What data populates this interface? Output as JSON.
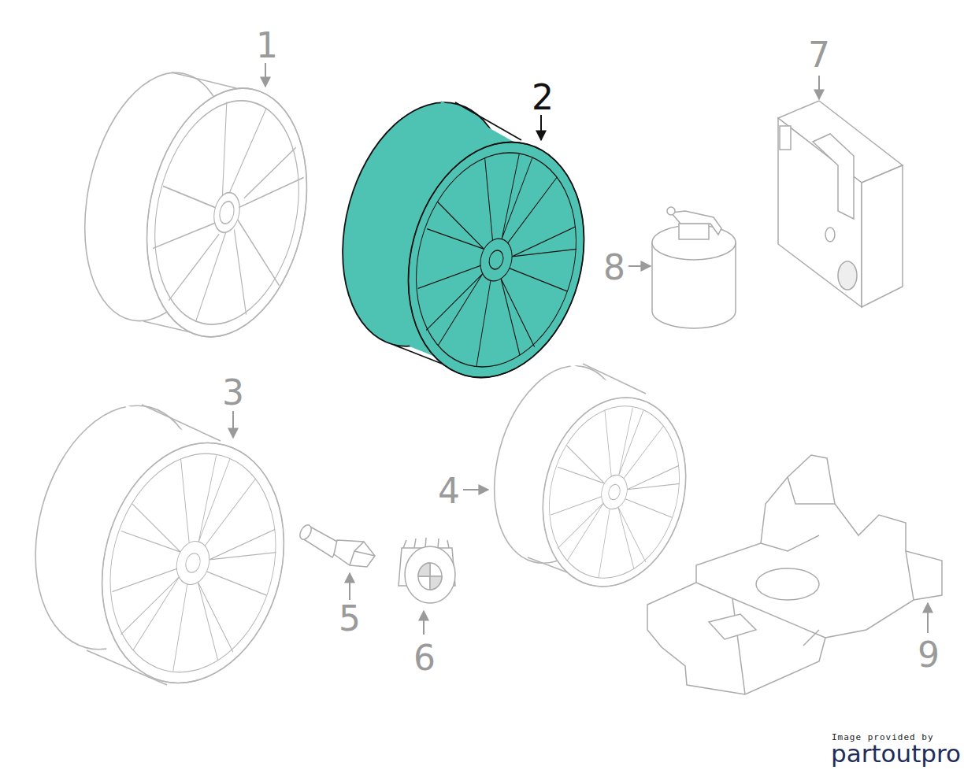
{
  "diagram": {
    "labels": [
      "1",
      "2",
      "3",
      "4",
      "5",
      "6",
      "7",
      "8",
      "9",
      "Image provided by",
      "partoutpro"
    ]
  }
}
